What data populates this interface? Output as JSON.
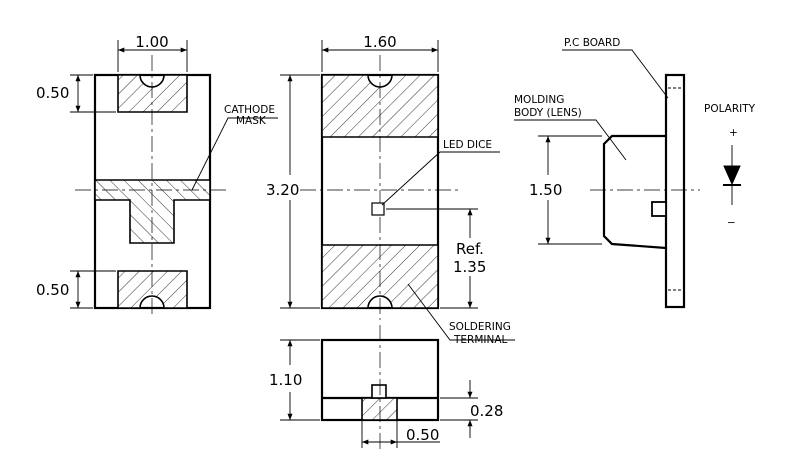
{
  "dimensions": {
    "left_width": "1.00",
    "top_pad_height": "0.50",
    "bottom_pad_height": "0.50",
    "middle_width": "1.60",
    "length": "3.20",
    "ref_label": "Ref.",
    "ref_value": "1.35",
    "height": "1.10",
    "terminal_thickness": "0.28",
    "terminal_width": "0.50",
    "lens_height": "1.50"
  },
  "labels": {
    "cathode_mask_line1": "CATHODE",
    "cathode_mask_line2": "MASK",
    "led_dice": "LED DICE",
    "soldering_terminal_line1": "SOLDERING",
    "soldering_terminal_line2": "TERMINAL",
    "pc_board": "P.C BOARD",
    "molding_body_line1": "MOLDING",
    "molding_body_line2": "BODY (LENS)",
    "polarity": "POLARITY",
    "plus_sign": "+",
    "minus_sign": "−"
  }
}
